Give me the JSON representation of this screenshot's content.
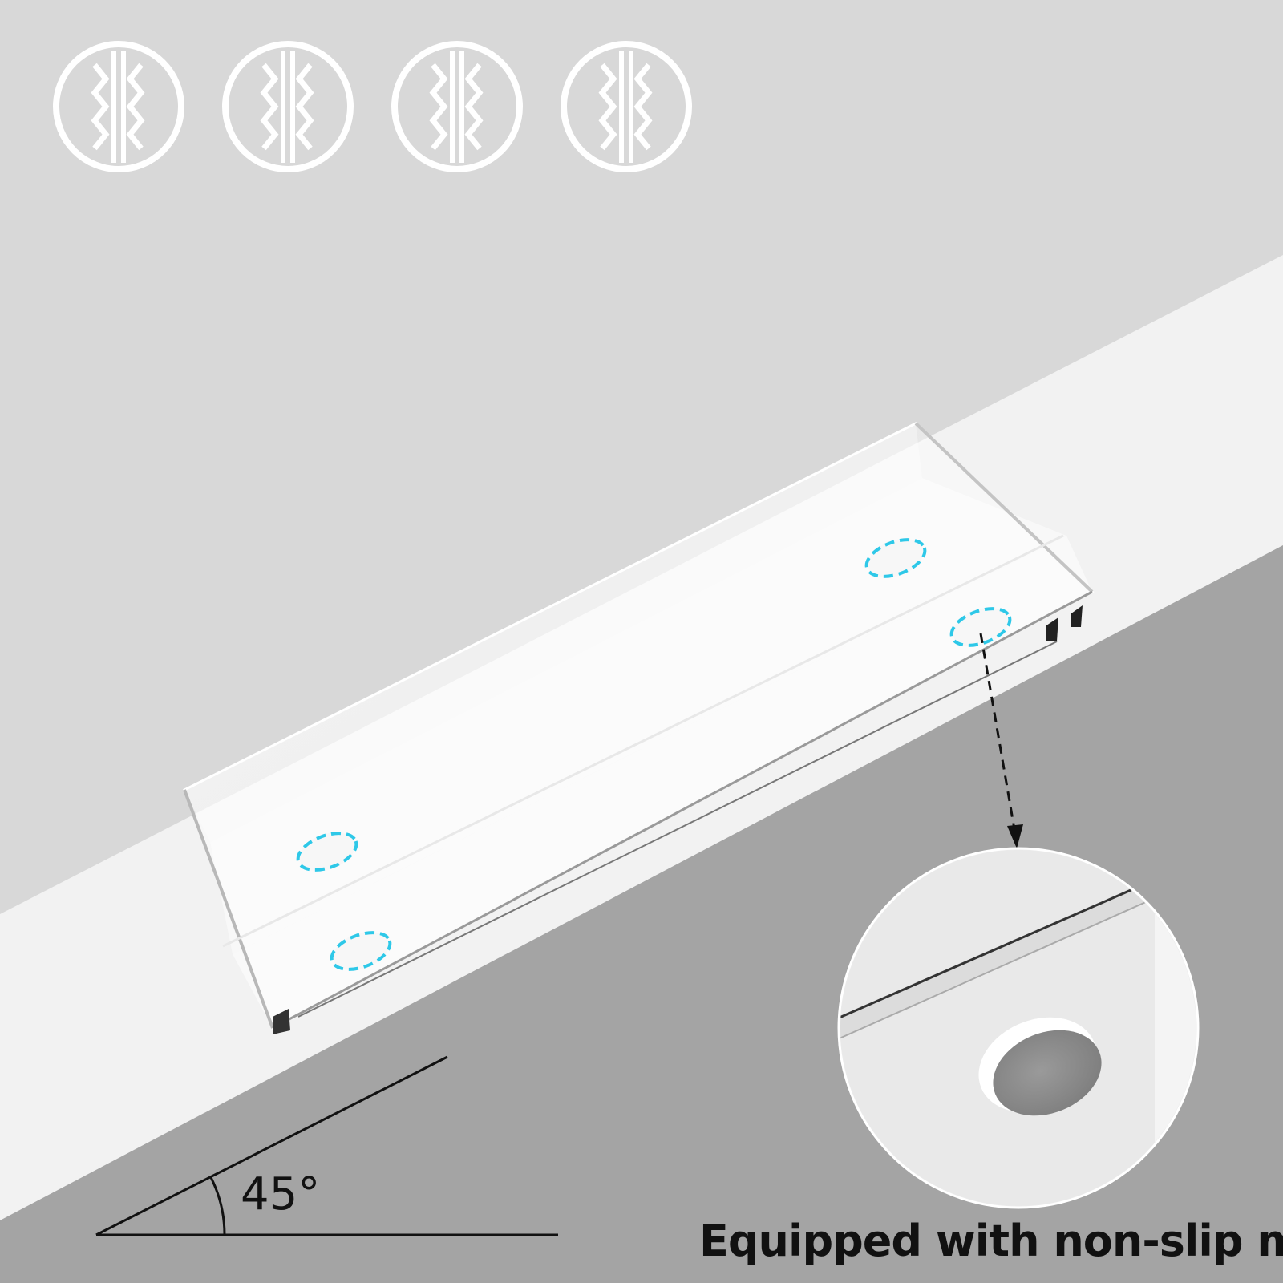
{
  "icons": [
    {
      "name": "non-slip-icon"
    },
    {
      "name": "non-slip-icon"
    },
    {
      "name": "non-slip-icon"
    },
    {
      "name": "non-slip-icon"
    }
  ],
  "angle": {
    "label": "45°",
    "value": 45
  },
  "caption": "Equipped with non-slip mat",
  "colors": {
    "background_top": "#d8d8d8",
    "table_surface": "#f2f2f2",
    "table_edge": "#a4a4a4",
    "mat_highlight": "#2ec8e8",
    "mat": "#8c8c8c",
    "text": "#111111"
  }
}
